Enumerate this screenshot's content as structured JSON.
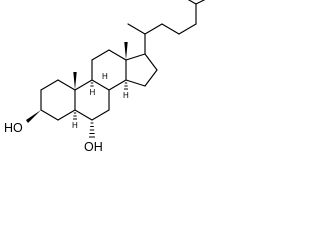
{
  "molecule": {
    "labels": {
      "oh_c3": "HO",
      "oh_c6": "OH",
      "h_c5": "H",
      "h_c8": "H",
      "h_c9": "H",
      "h_c14": "H"
    }
  },
  "colors": {
    "bond": "#000000",
    "background": "#ffffff"
  }
}
